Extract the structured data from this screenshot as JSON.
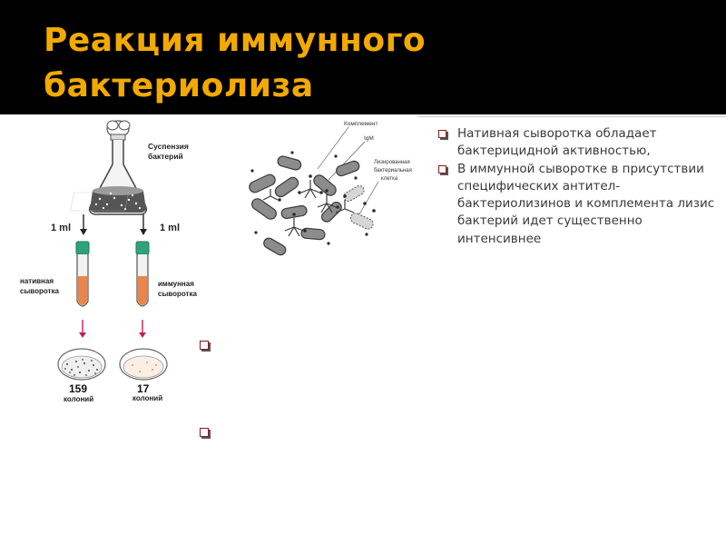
{
  "slide": {
    "title_line1": "Реакция иммунного",
    "title_line2": "бактериолиза",
    "bullets": [
      "Нативная сыворотка обладает бактерицидной активностью,",
      "В иммунной сыворотке в присутствии специфических антител-бактериолизинов и комплемента лизис бактерий идет существенно интенсивнее"
    ],
    "colors": {
      "title": "#f2a900",
      "title_bar": "#000000",
      "bullet": "#8b1a1a",
      "tube_cap": "#2ea37a",
      "serum": "#e8874d",
      "arrow": "#c0205a"
    }
  },
  "figure_left": {
    "flask_label_1": "Суспензия",
    "flask_label_2": "бактерий",
    "volume_left": "1 ml",
    "volume_right": "1 ml",
    "tube_left_label_1": "нативная",
    "tube_left_label_2": "сыворотка",
    "tube_right_label_1": "иммунная",
    "tube_right_label_2": "сыворотка",
    "count_left": "159",
    "count_right": "17",
    "colonies_label": "колоний"
  },
  "figure_right": {
    "complement_label": "Комплемент",
    "igm_label": "IgM",
    "lysed_label_1": "Лизированная",
    "lysed_label_2": "бактериальная",
    "lysed_label_3": "клетка"
  }
}
